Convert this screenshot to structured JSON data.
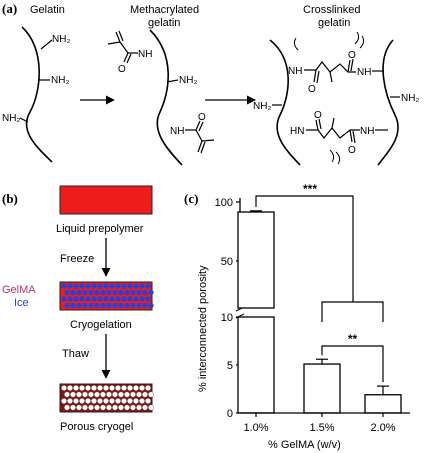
{
  "panel_a": {
    "label": "(a)",
    "gelatin": "Gelatin",
    "methacrylated_line1": "Methacrylated",
    "methacrylated_line2": "gelatin",
    "crosslinked_line1": "Crosslinked",
    "crosslinked_line2": "gelatin",
    "nh2": "NH₂",
    "nh": "NH",
    "hn": "HN",
    "o": "O"
  },
  "panel_b": {
    "label": "(b)",
    "liquid": "Liquid prepolymer",
    "freeze": "Freeze",
    "gelma": "GelMA",
    "ice": "Ice",
    "cryogelation": "Cryogelation",
    "thaw": "Thaw",
    "porous": "Porous cryogel",
    "colors": {
      "red": "#ee1c1c",
      "blue": "#2a3fd6",
      "gelma_text": "#c0306a",
      "ice_text": "#2a3fd6"
    }
  },
  "chart_data": {
    "type": "bar",
    "panel_label": "(c)",
    "categories": [
      "1.0%",
      "1.5%",
      "2.0%"
    ],
    "values": [
      91.5,
      5.1,
      1.9
    ],
    "errors": [
      1.0,
      0.5,
      0.9
    ],
    "xlabel": "% GelMA (w/v)",
    "ylabel": "% interconnected porosity",
    "y_ticks_lower": [
      "0",
      "5",
      "10"
    ],
    "y_ticks_upper": [
      "50",
      "100"
    ],
    "broken_axis": {
      "lower": [
        0,
        10
      ],
      "upper": [
        10,
        100
      ]
    },
    "annotations": [
      {
        "text": "***",
        "between": [
          "1.0%",
          "1.5%–2.0%"
        ]
      },
      {
        "text": "**",
        "between": [
          "1.5%",
          "2.0%"
        ]
      }
    ]
  }
}
